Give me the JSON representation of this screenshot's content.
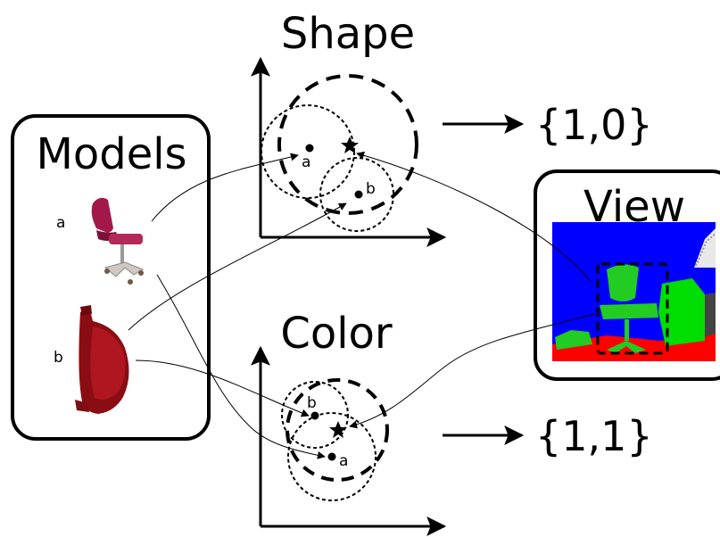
{
  "models": {
    "title": "Models",
    "items": [
      {
        "label": "a",
        "icon": "office-chair-icon"
      },
      {
        "label": "b",
        "icon": "red-chair-seat-icon"
      }
    ]
  },
  "shape_panel": {
    "title": "Shape",
    "points": [
      {
        "label": "a"
      },
      {
        "label": "b"
      }
    ],
    "result": "{1,0}"
  },
  "color_panel": {
    "title": "Color",
    "points": [
      {
        "label": "b"
      },
      {
        "label": "a"
      }
    ],
    "result": "{1,1}"
  },
  "view": {
    "title": "View",
    "colors": {
      "background": "#0000ff",
      "floor": "#ff0000",
      "object": "#00dd00",
      "chair": "#22cc22"
    }
  }
}
